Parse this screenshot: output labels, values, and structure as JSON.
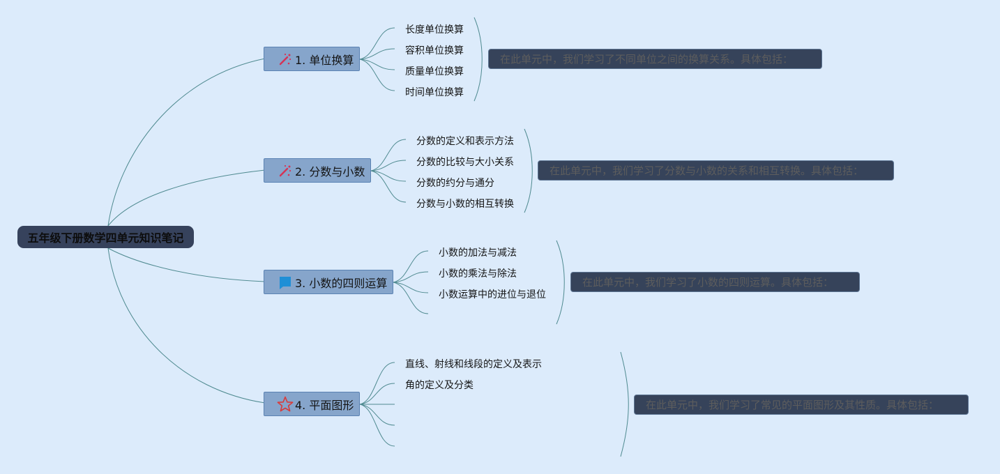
{
  "root": {
    "title": "五年级下册数学四单元知识笔记"
  },
  "topics": [
    {
      "label": "1. 单位换算",
      "icon": "magic-wand-icon",
      "leaves": [
        "长度单位换算",
        "容积单位换算",
        "质量单位换算",
        "时间单位换算"
      ],
      "summary": "在此单元中，我们学习了不同单位之间的换算关系。具体包括："
    },
    {
      "label": "2. 分数与小数",
      "icon": "magic-wand-icon",
      "leaves": [
        "分数的定义和表示方法",
        "分数的比较与大小关系",
        "分数的约分与通分",
        "分数与小数的相互转换"
      ],
      "summary": "在此单元中，我们学习了分数与小数的关系和相互转换。具体包括："
    },
    {
      "label": "3. 小数的四则运算",
      "icon": "flag-icon",
      "leaves": [
        "小数的加法与减法",
        "小数的乘法与除法",
        "小数运算中的进位与退位",
        ""
      ],
      "summary": "在此单元中，我们学习了小数的四则运算。具体包括："
    },
    {
      "label": "4. 平面图形",
      "icon": "star-icon",
      "leaves": [
        "直线、射线和线段的定义及表示",
        "角的定义及分类",
        "",
        "",
        ""
      ],
      "summary": "在此单元中，我们学习了常见的平面图形及其性质。具体包括："
    }
  ],
  "colors": {
    "background": "#dcebfb",
    "connector": "#4f8a90",
    "root_fill": "#36425c",
    "topic_fill": "#86a5cb",
    "summary_fill": "#36435a",
    "wand_icon": "#d53356",
    "flag_icon": "#1f8fd6",
    "star_icon": "#d83a3a"
  }
}
